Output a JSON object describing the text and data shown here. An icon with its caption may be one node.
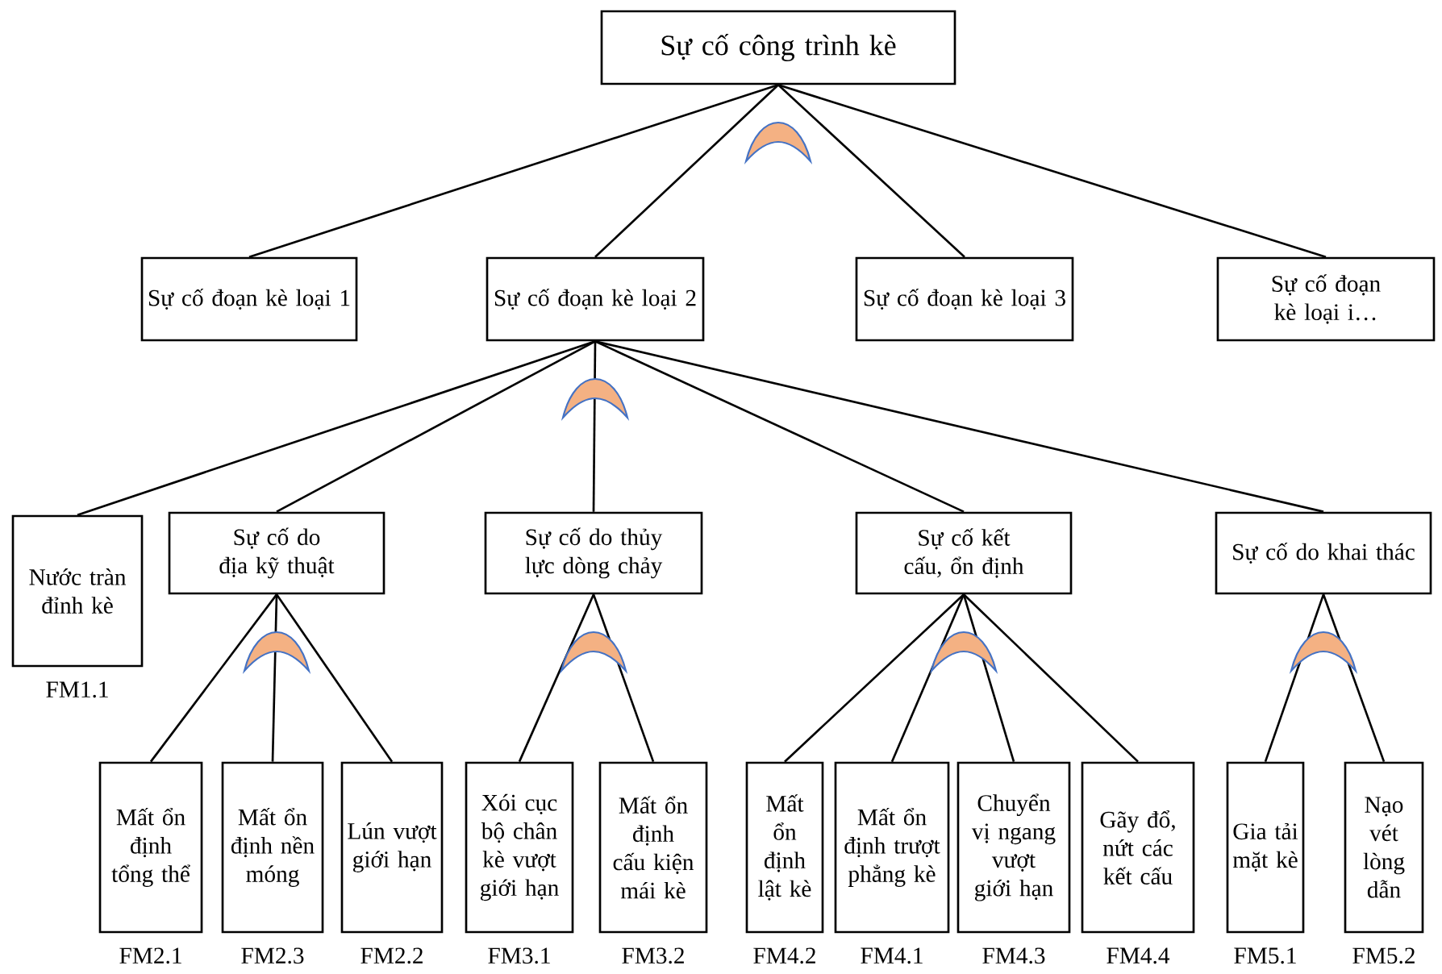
{
  "diagram": {
    "nodes": [
      {
        "text": [
          "Sự cố công trình kè"
        ]
      },
      {
        "text": [
          "Sự cố đoạn kè loại 1"
        ]
      },
      {
        "text": [
          "Sự cố đoạn kè loại 2"
        ]
      },
      {
        "text": [
          "Sự cố đoạn kè loại 3"
        ]
      },
      {
        "text": [
          "Sự cố đoạn kè loại i…"
        ]
      },
      {
        "text": [
          "Nước tràn đỉnh kè"
        ],
        "beside": [
          "FM1.1"
        ]
      },
      {
        "text": [
          "Sự cố do địa kỹ thuật"
        ]
      },
      {
        "text": [
          "Sự cố do thủy lực dòng chảy"
        ]
      },
      {
        "text": [
          "Sự cố kết cấu, ổn định"
        ]
      },
      {
        "text": [
          "Sự cố do khai thác"
        ]
      },
      {
        "text": [
          "Mất ổn định tổng thể"
        ],
        "beside": [
          "FM2.1"
        ]
      },
      {
        "text": [
          "Mất ổn định nền móng"
        ],
        "beside": [
          "FM2.3"
        ]
      },
      {
        "text": [
          "Lún vượt giới hạn"
        ],
        "beside": [
          "FM2.2"
        ]
      },
      {
        "text": [
          "Xói cục bộ chân kè vượt giới hạn"
        ],
        "beside": [
          "FM3.1"
        ]
      },
      {
        "text": [
          "Mất ổn định cấu kiện mái kè"
        ],
        "beside": [
          "FM3.2"
        ]
      },
      {
        "text": [
          "Mất ổn định lật kè"
        ],
        "beside": [
          "FM4.2"
        ]
      },
      {
        "text": [
          "Mất ổn định trượt phẳng kè"
        ],
        "beside": [
          "FM4.1"
        ]
      },
      {
        "text": [
          "Chuyển vị ngang vượt giới hạn"
        ],
        "beside": [
          "FM4.3"
        ]
      },
      {
        "text": [
          "Gãy đổ, nứt các kết cấu"
        ],
        "beside": [
          "FM4.4"
        ]
      },
      {
        "text": [
          "Gia tải mặt kè"
        ],
        "beside": [
          "FM5.1"
        ]
      },
      {
        "text": [
          "Nạo vét lòng dẫn"
        ],
        "beside": [
          "FM5.2"
        ]
      }
    ],
    "edges": [
      {
        "from": 0,
        "to": 1,
        "arrow": "none"
      },
      {
        "from": 0,
        "to": 2,
        "arrow": "none"
      },
      {
        "from": 0,
        "to": 3,
        "arrow": "none"
      },
      {
        "from": 0,
        "to": 4,
        "arrow": "none"
      },
      {
        "from": 2,
        "to": 5,
        "arrow": "none"
      },
      {
        "from": 2,
        "to": 6,
        "arrow": "none"
      },
      {
        "from": 2,
        "to": 7,
        "arrow": "none"
      },
      {
        "from": 2,
        "to": 8,
        "arrow": "none"
      },
      {
        "from": 2,
        "to": 9,
        "arrow": "none"
      },
      {
        "from": 6,
        "to": 10,
        "arrow": "none"
      },
      {
        "from": 6,
        "to": 11,
        "arrow": "none"
      },
      {
        "from": 6,
        "to": 12,
        "arrow": "none"
      },
      {
        "from": 7,
        "to": 13,
        "arrow": "none"
      },
      {
        "from": 7,
        "to": 14,
        "arrow": "none"
      },
      {
        "from": 8,
        "to": 15,
        "arrow": "none"
      },
      {
        "from": 8,
        "to": 16,
        "arrow": "none"
      },
      {
        "from": 8,
        "to": 17,
        "arrow": "none"
      },
      {
        "from": 8,
        "to": 18,
        "arrow": "none"
      },
      {
        "from": 9,
        "to": 19,
        "arrow": "none"
      },
      {
        "from": 9,
        "to": 20,
        "arrow": "none"
      }
    ]
  }
}
